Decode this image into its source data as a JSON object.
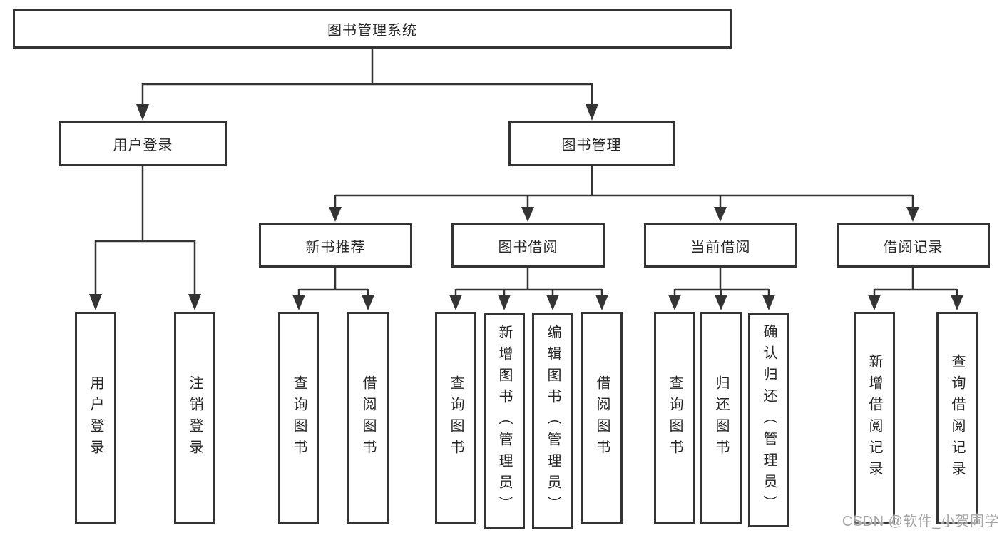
{
  "diagram": {
    "root": {
      "label": "图书管理系统"
    },
    "level2": [
      {
        "label": "用户登录",
        "children": [
          {
            "label": "用户登录"
          },
          {
            "label": "注销登录"
          }
        ]
      },
      {
        "label": "图书管理",
        "children": [
          {
            "label": "新书推荐",
            "children": [
              {
                "label": "查询图书"
              },
              {
                "label": "借阅图书"
              }
            ]
          },
          {
            "label": "图书借阅",
            "children": [
              {
                "label": "查询图书"
              },
              {
                "label": "新增图书（管理员）"
              },
              {
                "label": "编辑图书（管理员）"
              },
              {
                "label": "借阅图书"
              }
            ]
          },
          {
            "label": "当前借阅",
            "children": [
              {
                "label": "查询图书"
              },
              {
                "label": "归还图书"
              },
              {
                "label": "确认归还（管理员）"
              }
            ]
          },
          {
            "label": "借阅记录",
            "children": [
              {
                "label": "新增借阅记录"
              },
              {
                "label": "查询借阅记录"
              }
            ]
          }
        ]
      }
    ]
  },
  "watermark": "CSDN @软件_小贺同学",
  "style": {
    "node_fill": "#ffffff",
    "node_border_color": "#343434",
    "connector_color": "#343434",
    "text_color": "#262626",
    "watermark_color": "#a6a6a6"
  }
}
